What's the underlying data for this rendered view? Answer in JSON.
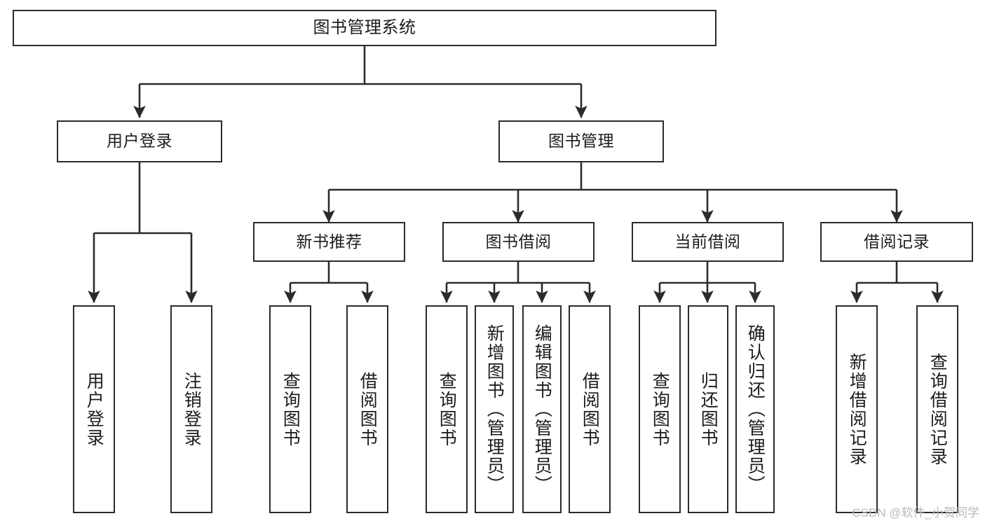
{
  "diagram": {
    "title": "图书管理系统",
    "type": "tree-hierarchy-chart",
    "watermark": "CSDN @软件_小贺同学",
    "colors": {
      "stroke": "#2b2b2b",
      "fill": "#ffffff",
      "text": "#1c1c1c",
      "watermark": "#b9b9b9"
    },
    "levels": {
      "root": {
        "label": "图书管理系统"
      },
      "level2": [
        {
          "label": "用户登录"
        },
        {
          "label": "图书管理"
        }
      ],
      "level3": [
        {
          "label": "新书推荐"
        },
        {
          "label": "图书借阅"
        },
        {
          "label": "当前借阅"
        },
        {
          "label": "借阅记录"
        }
      ],
      "leaves": {
        "user_login": [
          {
            "label": "用户登录"
          },
          {
            "label": "注销登录"
          }
        ],
        "new_book_recommend": [
          {
            "label": "查询图书"
          },
          {
            "label": "借阅图书"
          }
        ],
        "book_borrow": [
          {
            "label": "查询图书"
          },
          {
            "label": "新增图书（管理员）"
          },
          {
            "label": "编辑图书（管理员）"
          },
          {
            "label": "借阅图书"
          }
        ],
        "current_borrow": [
          {
            "label": "查询图书"
          },
          {
            "label": "归还图书"
          },
          {
            "label": "确认归还（管理员）"
          }
        ],
        "borrow_record": [
          {
            "label": "新增借阅记录"
          },
          {
            "label": "查询借阅记录"
          }
        ]
      }
    }
  }
}
